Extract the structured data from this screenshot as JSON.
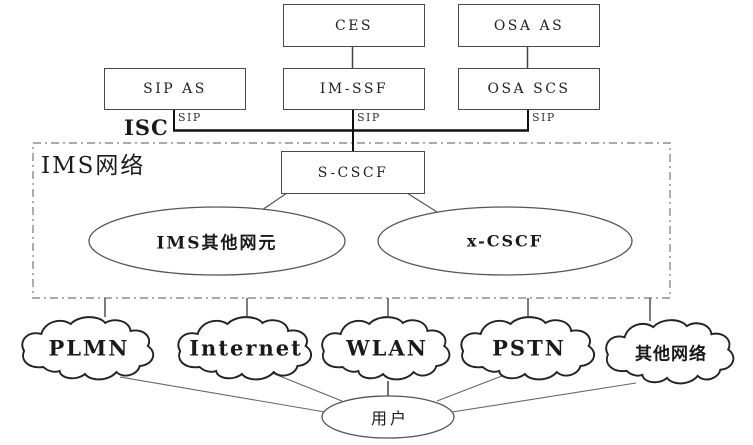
{
  "app_servers": {
    "ces": "CES",
    "osa_as": "OSA AS",
    "sip_as": "SIP AS",
    "im_ssf": "IM-SSF",
    "osa_scs": "OSA SCS"
  },
  "interface_labels": {
    "isc": "ISC",
    "sip": "SIP"
  },
  "ims_network": {
    "title": "IMS网络",
    "s_cscf": "S-CSCF",
    "ims_other_elements": "IMS其他网元",
    "x_cscf": "x-CSCF"
  },
  "access_networks": {
    "plmn": "PLMN",
    "internet": "Internet",
    "wlan": "WLAN",
    "pstn": "PSTN",
    "other": "其他网络"
  },
  "user": {
    "label": "用户"
  },
  "colors": {
    "line": "#444444",
    "bus": "#111111",
    "cloud_stroke": "#222222",
    "dashed_border": "#777777",
    "text": "#1a1a1a",
    "background": "#ffffff"
  }
}
